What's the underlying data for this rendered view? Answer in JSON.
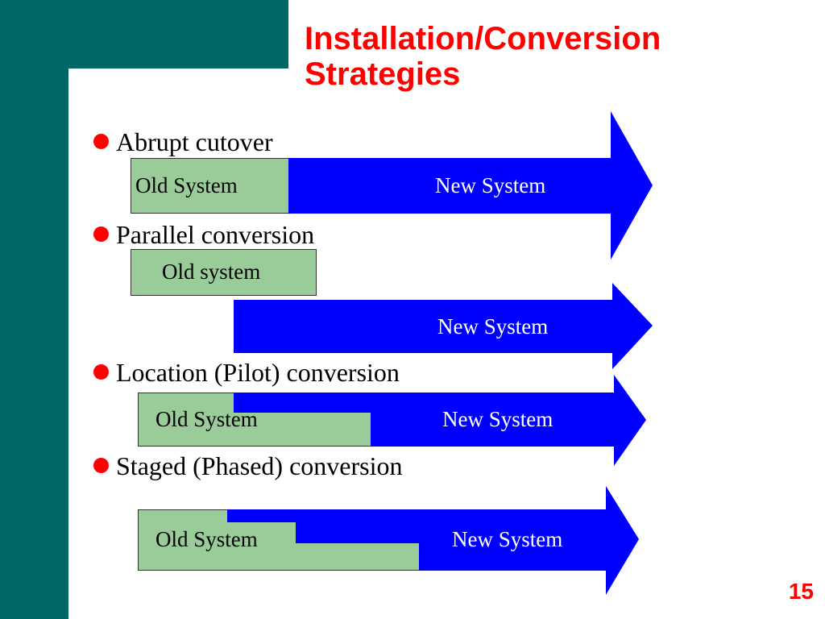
{
  "slide": {
    "title_line1": "Installation/Conversion",
    "title_line2": "Strategies",
    "page_number": "15"
  },
  "bullets": [
    "Abrupt cutover",
    "Parallel conversion",
    "Location (Pilot) conversion",
    "Staged (Phased) conversion"
  ],
  "abrupt": {
    "old_label": "Old System",
    "new_label": "New System"
  },
  "parallel": {
    "old_label": "Old system",
    "new_label": "New System"
  },
  "pilot": {
    "old_label": "Old System",
    "new_label": "New System"
  },
  "staged": {
    "old_label": "Old System",
    "new_label": "New System"
  },
  "colors": {
    "new_system": "#0000ff",
    "old_system": "#99cc99",
    "title": "#ff0000",
    "sidebar": "#006666"
  }
}
